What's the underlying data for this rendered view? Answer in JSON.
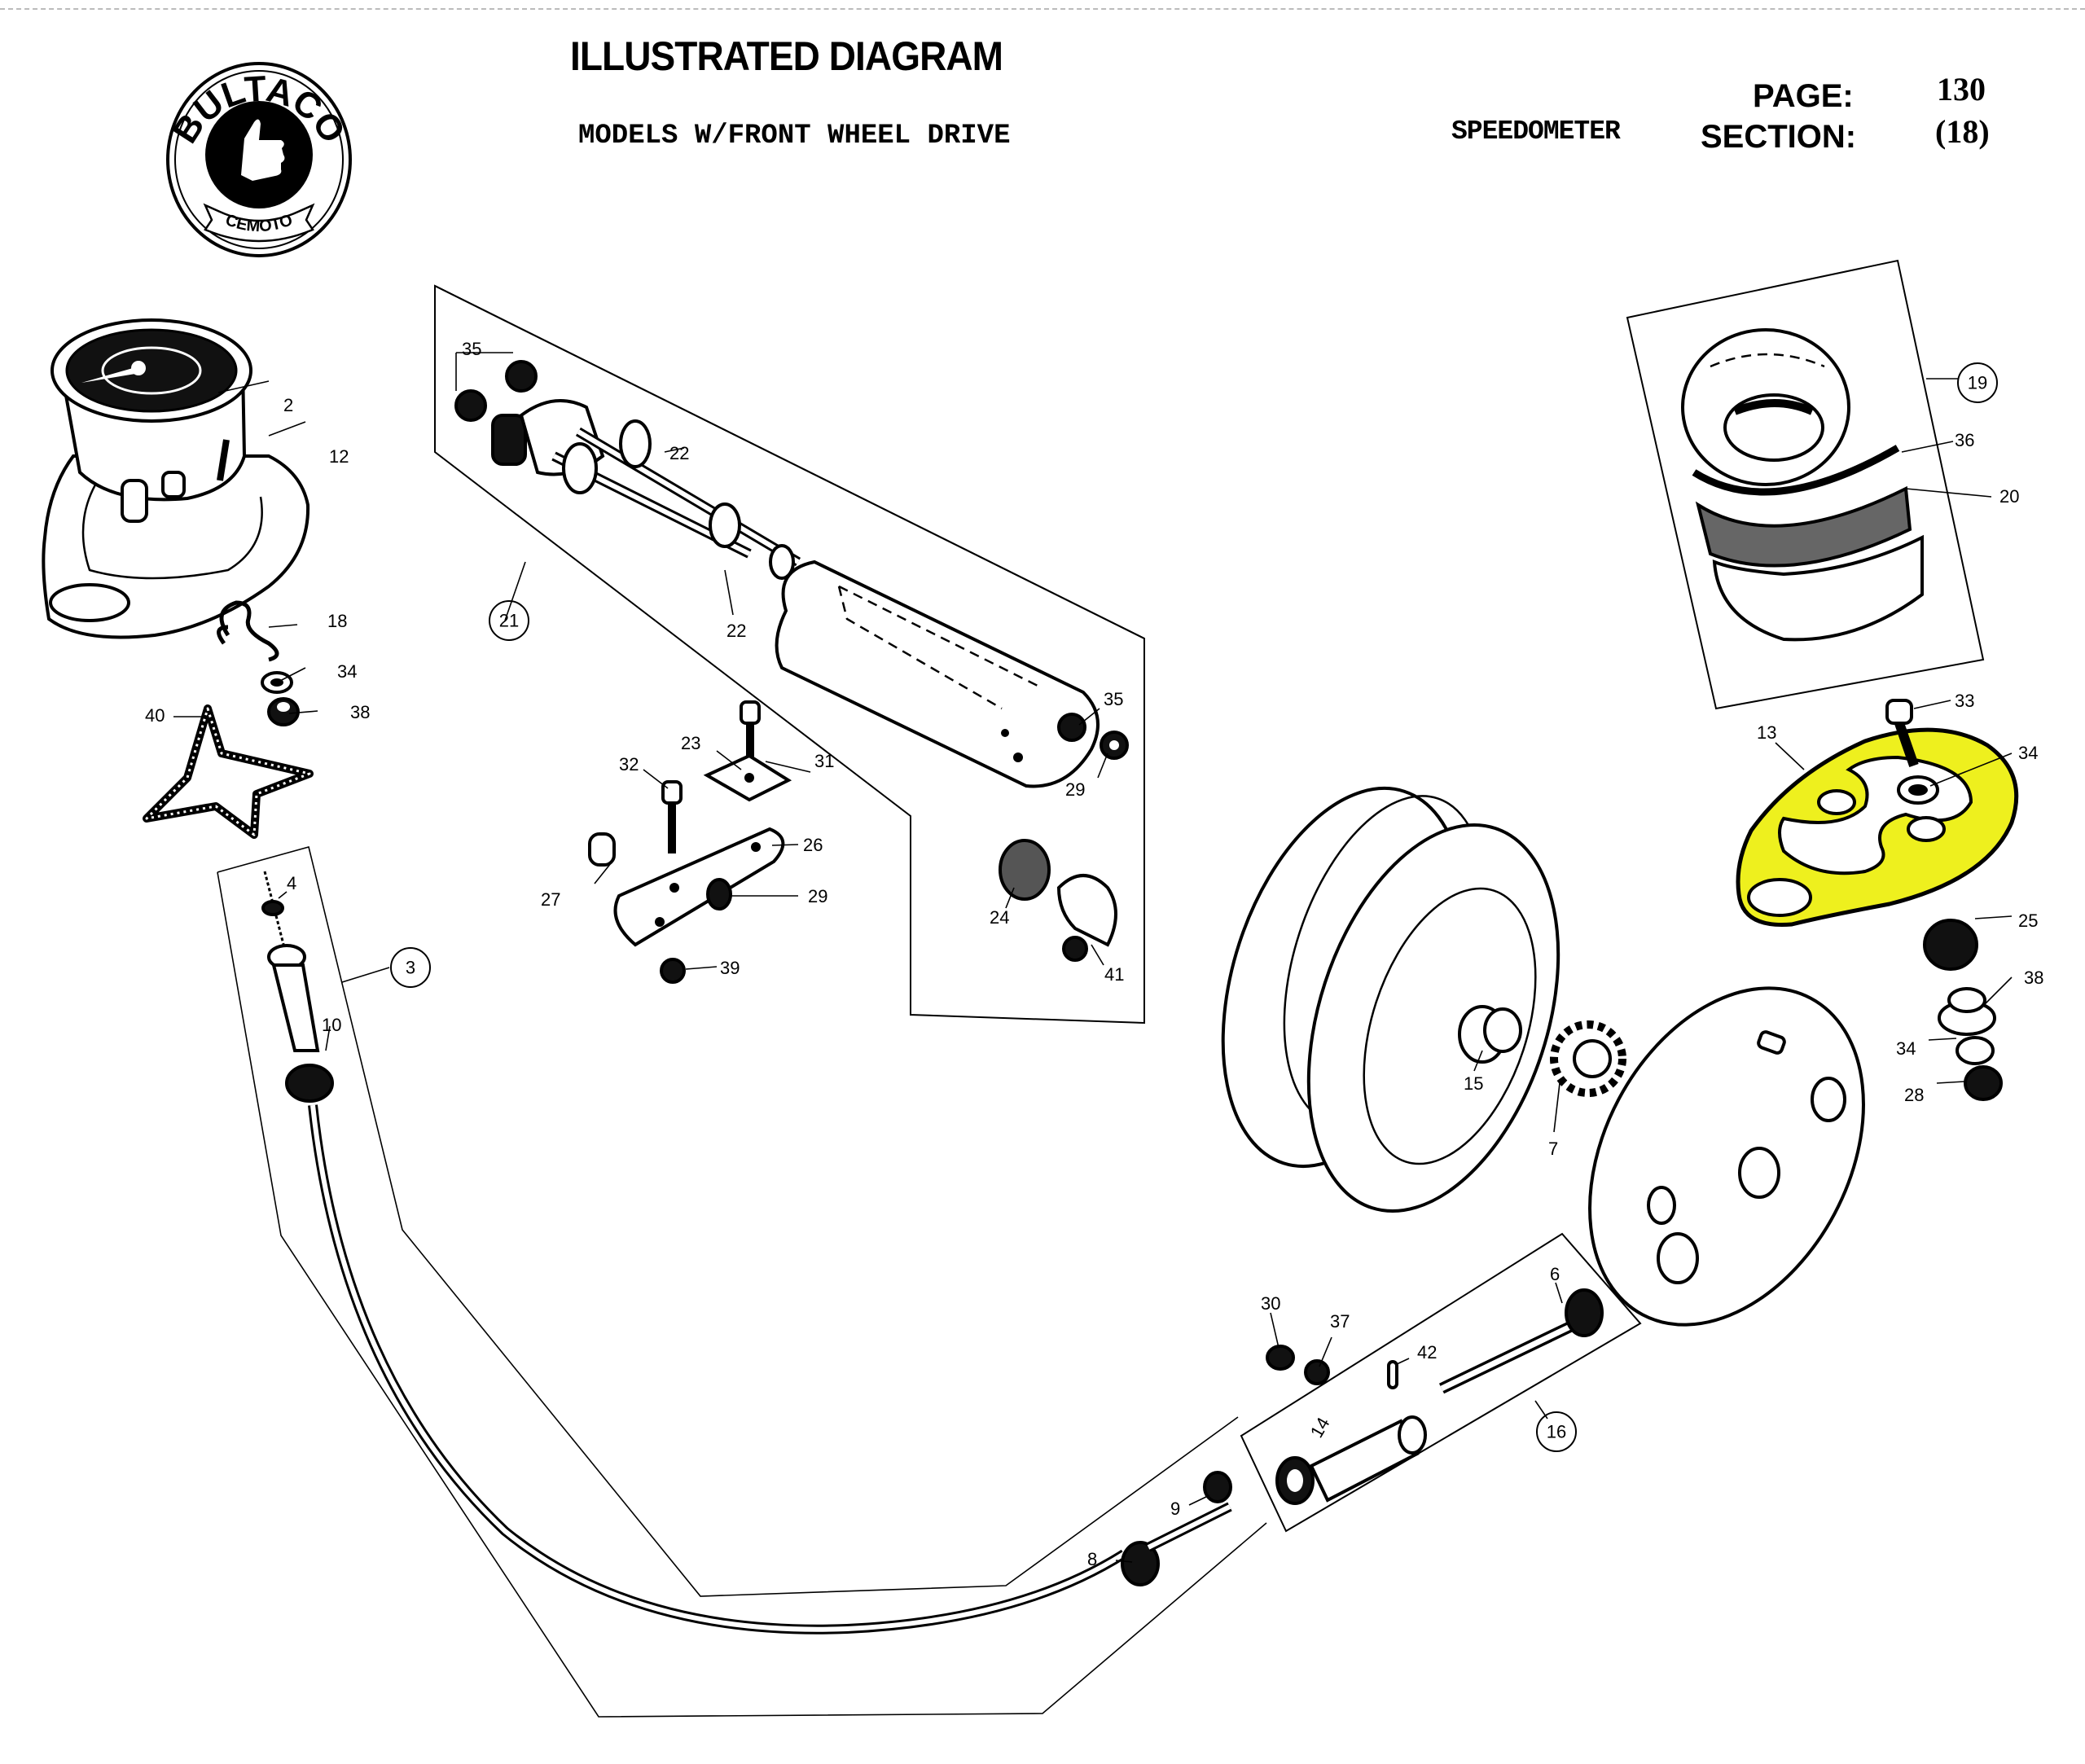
{
  "header": {
    "title": "ILLUSTRATED DIAGRAM",
    "subtitle": "MODELS W/FRONT WHEEL DRIVE",
    "section_name": "SPEEDOMETER",
    "page_label": "PAGE:",
    "page_value": "130",
    "section_label": "SECTION:",
    "section_value": "(18)"
  },
  "logo": {
    "brand": "BULTACO",
    "tagline": "CEMOTO",
    "icon": "thumbs-up-icon"
  },
  "highlight_color": "#EEF01E",
  "highlighted_part": "13",
  "callouts": {
    "speedometer_group": [
      "2",
      "12",
      "18",
      "34",
      "38",
      "40"
    ],
    "gearbox_group": {
      "assembly": "21",
      "parts": [
        "35",
        "35",
        "22",
        "22",
        "35",
        "29"
      ]
    },
    "bracket_group": [
      "23",
      "31",
      "32",
      "26",
      "27",
      "29",
      "39",
      "24",
      "41"
    ],
    "bezel_group": {
      "assembly": "19",
      "parts": [
        "36",
        "20"
      ]
    },
    "plate_group": [
      "33",
      "13",
      "34",
      "25",
      "38",
      "34",
      "28"
    ],
    "wheel_group": [
      "15",
      "7"
    ],
    "cable_group": {
      "assembly": "3",
      "parts": [
        "4",
        "10",
        "8",
        "9"
      ]
    },
    "drive_group": {
      "assembly": "16",
      "parts": [
        "30",
        "37",
        "42",
        "14",
        "6"
      ]
    }
  },
  "labels": {
    "p2": "2",
    "p12": "12",
    "p18": "18",
    "p34a": "34",
    "p38a": "38",
    "p40": "40",
    "p35a": "35",
    "p22a": "22",
    "p22b": "22",
    "p21": "21",
    "p35b": "35",
    "p29a": "29",
    "p23": "23",
    "p31": "31",
    "p32": "32",
    "p26": "26",
    "p27": "27",
    "p29b": "29",
    "p39": "39",
    "p24": "24",
    "p41": "41",
    "p19": "19",
    "p36": "36",
    "p20": "20",
    "p33": "33",
    "p13": "13",
    "p34b": "34",
    "p25": "25",
    "p38b": "38",
    "p34c": "34",
    "p28": "28",
    "p15": "15",
    "p7": "7",
    "p3": "3",
    "p4": "4",
    "p10": "10",
    "p30": "30",
    "p37": "37",
    "p42": "42",
    "p6": "6",
    "p14": "14",
    "p16": "16",
    "p9": "9",
    "p8": "8"
  }
}
